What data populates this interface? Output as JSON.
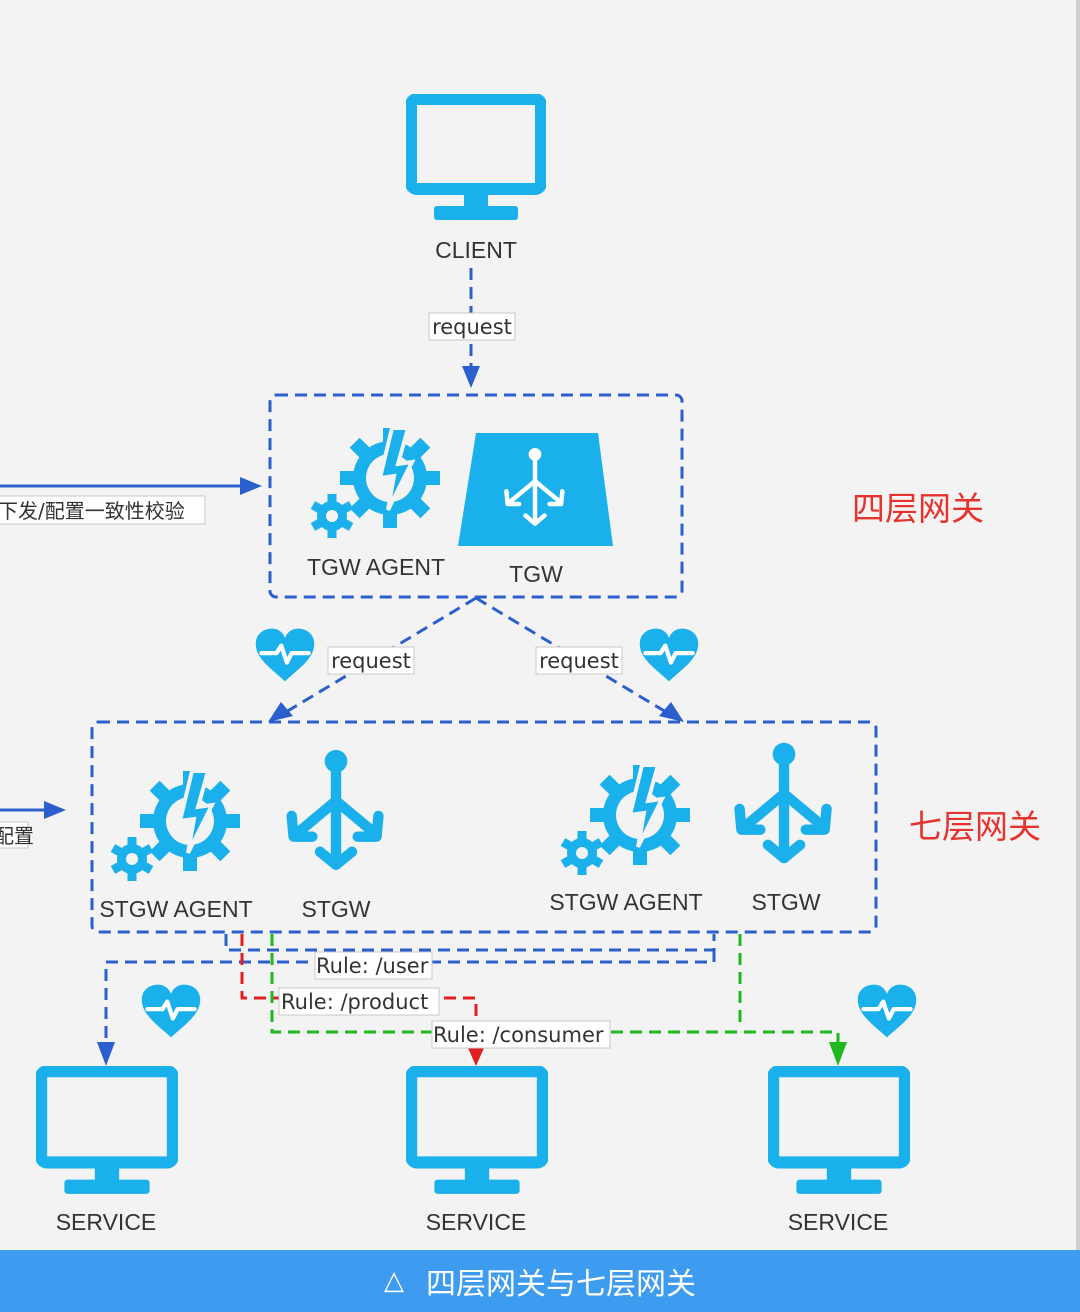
{
  "nodes": {
    "client": "CLIENT",
    "tgw_agent": "TGW AGENT",
    "tgw": "TGW",
    "stgw_agent_left": "STGW AGENT",
    "stgw_left": "STGW",
    "stgw_agent_right": "STGW AGENT",
    "stgw_right": "STGW",
    "service_left": "SERVICE",
    "service_middle": "SERVICE",
    "service_right": "SERVICE"
  },
  "edge_labels": {
    "client_request": "request",
    "left_request": "request",
    "right_request": "request",
    "rule_user": "Rule: /user",
    "rule_product": "Rule: /product",
    "rule_consumer": "Rule: /consumer",
    "config_top": "下发/配置一致性校验",
    "config_bottom": "配置"
  },
  "layers": {
    "l4": "四层网关",
    "l7": "七层网关"
  },
  "caption": {
    "icon": "△",
    "text": "四层网关与七层网关"
  },
  "colors": {
    "icon_blue": "#1ab0ec",
    "dash_blue": "#2c5fce",
    "rule_red": "#e02020",
    "rule_green": "#1fb91f",
    "layer_label": "#e8322d",
    "caption_bg": "#3d9bf0"
  }
}
